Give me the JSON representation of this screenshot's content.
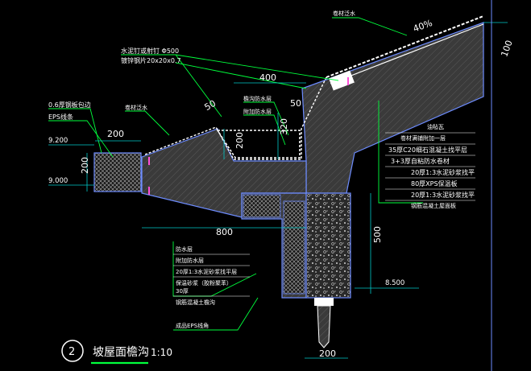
{
  "title": {
    "callout_number": "2",
    "name": "坡屋面檐沟",
    "scale": "1:10"
  },
  "slope": "40%",
  "dimensions": {
    "d400": "400",
    "d50a": "50",
    "d50b": "50",
    "d320": "320",
    "d200_top": "200",
    "d200_mid": "200",
    "d200_left": "200",
    "d800": "800",
    "d500": "500",
    "d100": "100",
    "d200_bottom": "200"
  },
  "elevations": {
    "e9200": "9.200",
    "e9000": "9.000",
    "e8500": "8.500"
  },
  "notes": {
    "top": "卷材泛水",
    "top_left_1": "水泥钉或射钉 Φ500",
    "top_left_2": "镀锌钢片20x20x0.7",
    "left_1": "0.6厚钢板包边",
    "left_2": "EPS线条",
    "flashing": "卷材泛水",
    "gutter_1": "檐沟防水层",
    "gutter_2": "附加防水层",
    "bottom_eps": "成品EPS线角"
  },
  "layers_right": [
    "油毡瓦",
    "卷材满铺附加一层",
    "35厚C20细石混凝土找平层",
    "3+3厚自粘防水卷材",
    "20厚1:3水泥砂浆找平",
    "80厚XPS保温板",
    "20厚1:3水泥砂浆找平",
    "钢筋混凝土屋面板"
  ],
  "layers_left": [
    "防水层",
    "附加防水层",
    "20厚1:3水泥砂浆找平层",
    "保温砂浆（胶粉聚苯）",
    "30厚",
    "钢筋混凝土檐沟"
  ],
  "colors": {
    "background": "#000000",
    "concrete": "#3a3a3a",
    "outline": "#6d8cff",
    "leader": "#00ff3c",
    "dim_line": "#00c8c8",
    "membrane": "#ffffff",
    "text": "#ffffff",
    "anchor": "#ff4fd8",
    "title_underline": "#00ff3c"
  }
}
